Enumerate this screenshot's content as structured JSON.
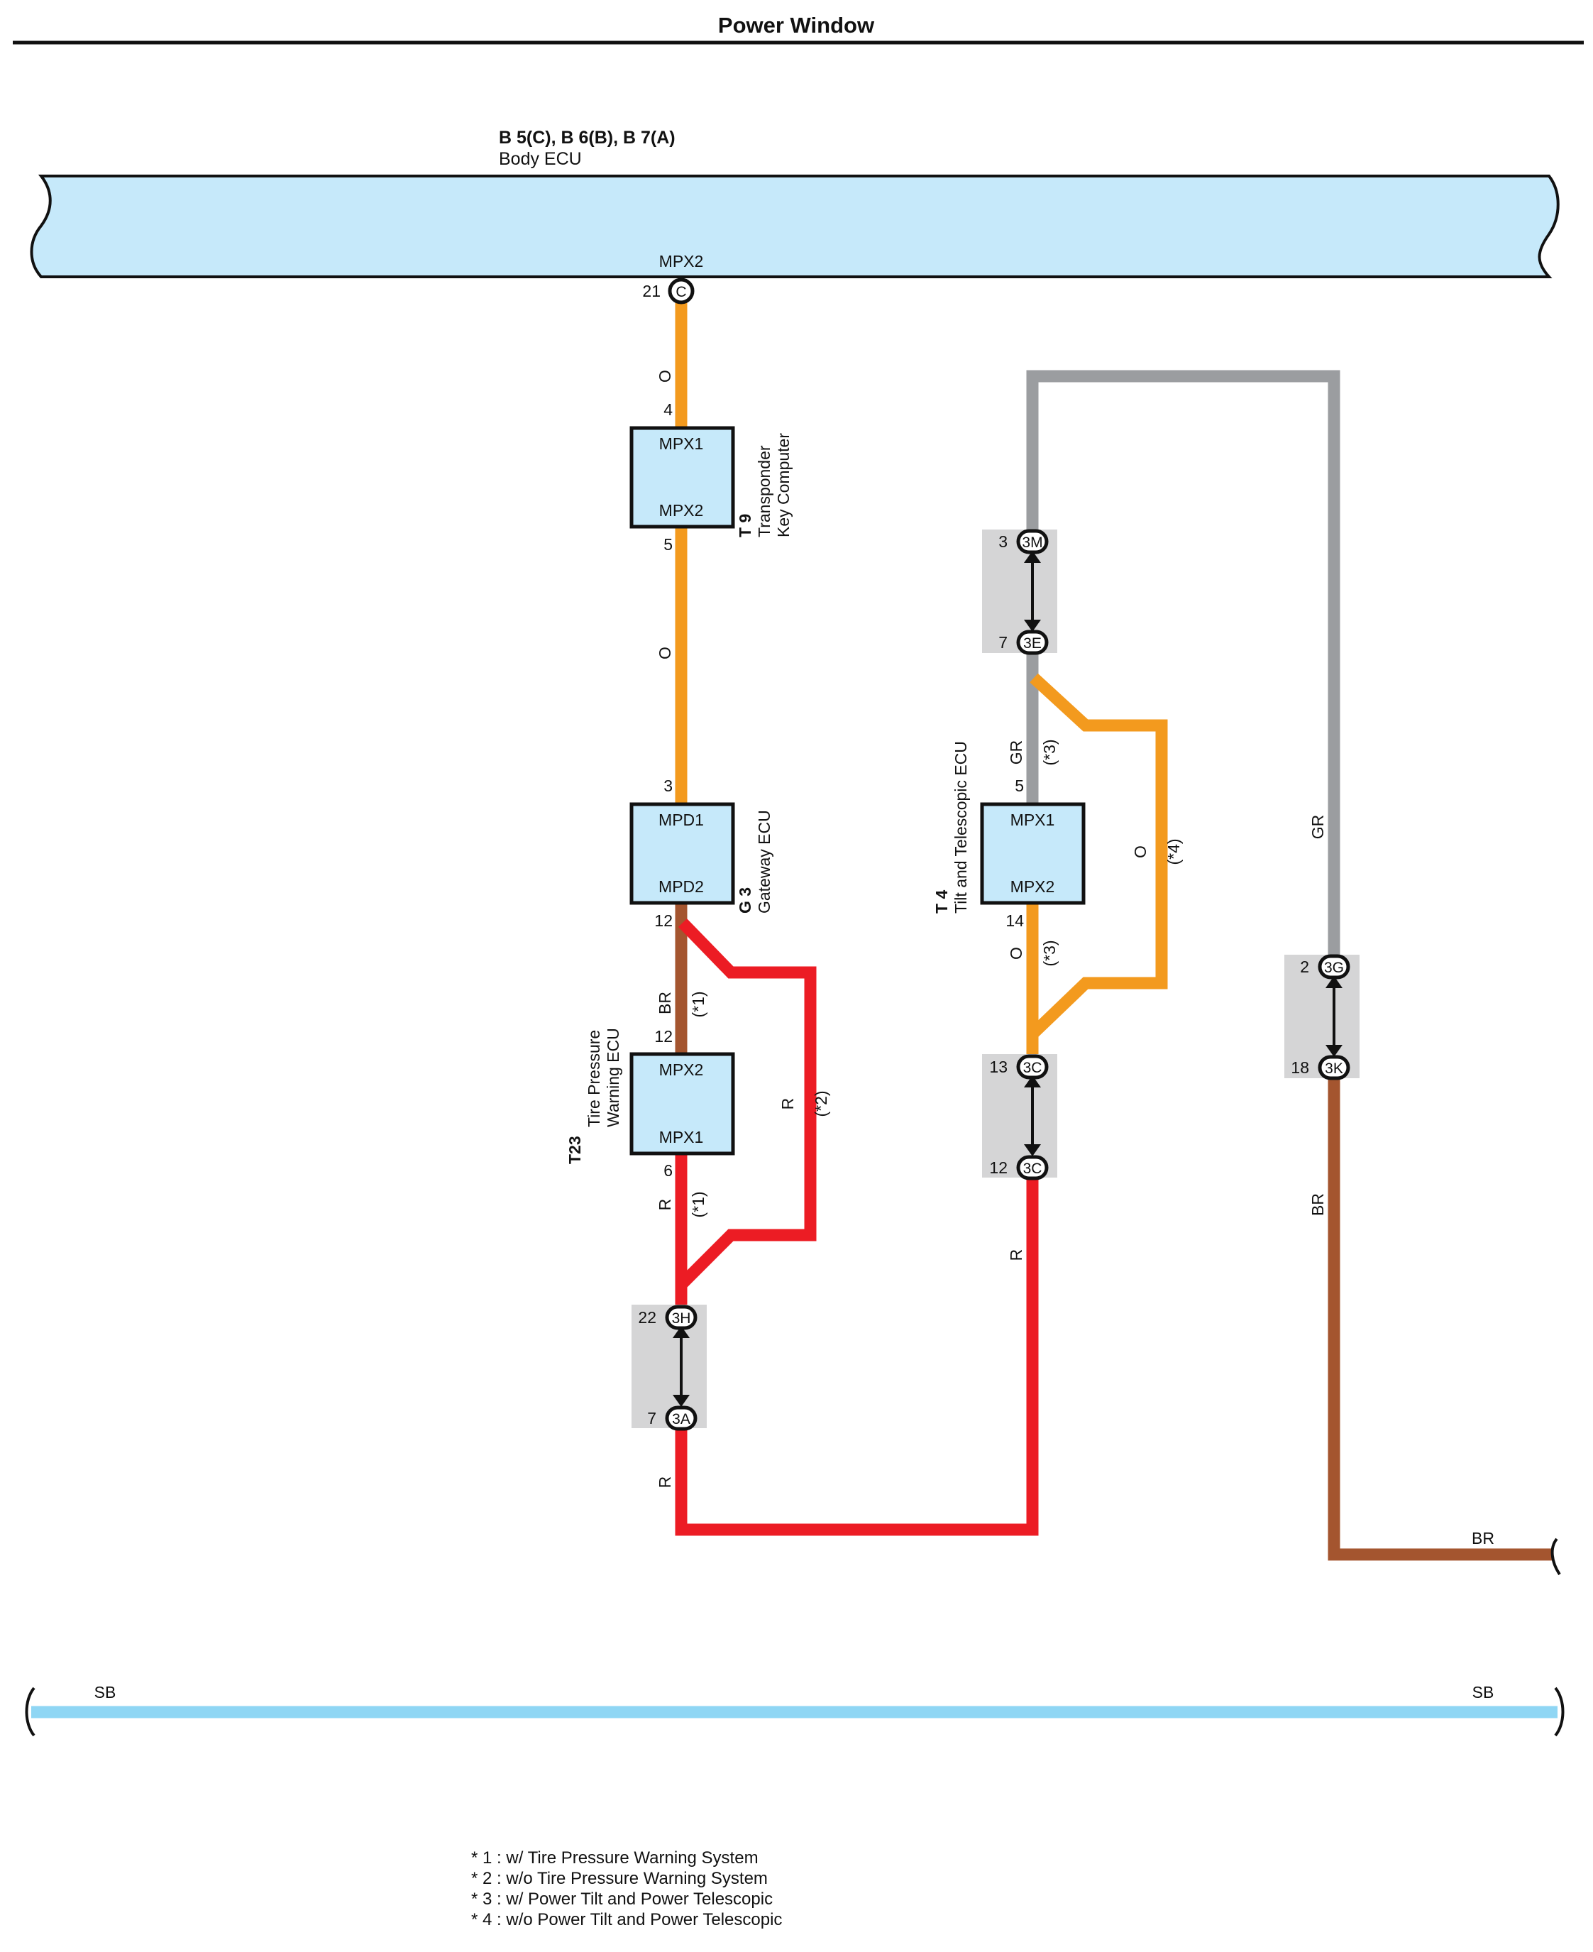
{
  "title": "Power Window",
  "ecu": {
    "code": "B 5(C), B 6(B), B 7(A)",
    "name": "Body ECU",
    "terminal": "MPX2",
    "pin": "21",
    "connector": "C"
  },
  "components": {
    "t9": {
      "code": "T 9",
      "name_line1": "Transponder",
      "name_line2": "Key Computer",
      "top_term": "MPX1",
      "bottom_term": "MPX2",
      "top_pin": "4",
      "bottom_pin": "5"
    },
    "g3": {
      "code": "G 3",
      "name_line1": "Gateway ECU",
      "top_term": "MPD1",
      "bottom_term": "MPD2",
      "top_pin": "3",
      "bottom_pin": "12"
    },
    "t23": {
      "code": "T23",
      "name_line1": "Tire Pressure",
      "name_line2": "Warning ECU",
      "top_term": "MPX2",
      "bottom_term": "MPX1",
      "top_pin": "12",
      "bottom_pin": "6"
    },
    "t4": {
      "code": "T 4",
      "name_line1": "Tilt and Telescopic ECU",
      "top_term": "MPX1",
      "bottom_term": "MPX2",
      "top_pin": "5",
      "bottom_pin": "14"
    }
  },
  "junctions": {
    "j1": {
      "top_pin": "22",
      "top_conn": "3H",
      "bottom_pin": "7",
      "bottom_conn": "3A"
    },
    "j2": {
      "top_pin": "3",
      "top_conn": "3M",
      "bottom_pin": "7",
      "bottom_conn": "3E"
    },
    "j3": {
      "top_pin": "13",
      "top_conn": "3C",
      "bottom_pin": "12",
      "bottom_conn": "3C"
    },
    "j4": {
      "top_pin": "2",
      "top_conn": "3G",
      "bottom_pin": "18",
      "bottom_conn": "3K"
    }
  },
  "wires": {
    "o1": "O",
    "o2": "O",
    "br1": "BR",
    "r1": "R",
    "r2": "R",
    "r3": "R",
    "r4": "R",
    "gr1": "GR",
    "o3": "O",
    "o4": "O",
    "gr2": "GR",
    "br2": "BR",
    "br3": "BR"
  },
  "notes_inline": {
    "n1a": "(*1)",
    "n1b": "(*1)",
    "n2": "(*2)",
    "n3a": "(*3)",
    "n3b": "(*3)",
    "n4": "(*4)"
  },
  "bus": {
    "left_label": "SB",
    "right_label": "SB"
  },
  "footnotes": [
    "* 1 : w/ Tire Pressure Warning System",
    "* 2 : w/o Tire Pressure Warning System",
    "* 3 : w/ Power Tilt and Power Telescopic",
    "* 4 : w/o Power Tilt and Power Telescopic"
  ],
  "colors": {
    "orange": "#f39a1e",
    "red": "#ec1c24",
    "brown": "#a4552f",
    "gray": "#9b9da0",
    "light_blue": "#8fd6f4",
    "ecu_fill": "#c6e9fa",
    "junction_fill": "#d5d5d6"
  }
}
